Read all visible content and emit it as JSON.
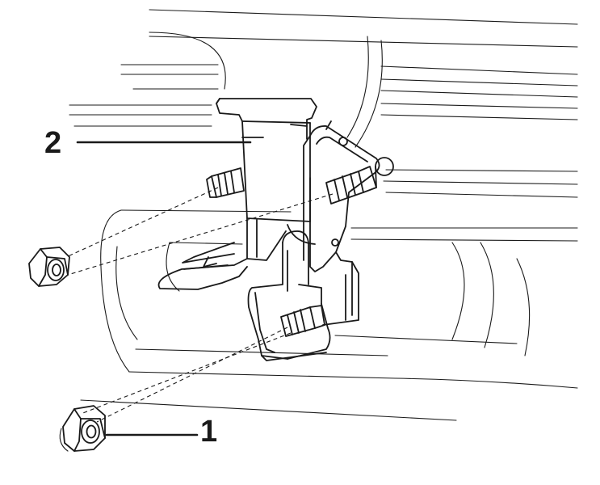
{
  "callouts": [
    {
      "id": "1",
      "label": "1",
      "part": "flange-nut"
    },
    {
      "id": "2",
      "label": "2",
      "part": "bracket"
    }
  ],
  "colors": {
    "ink": "#1a1a1a",
    "background": "#ffffff"
  },
  "icons": {
    "nut": "hex-flange-nut-icon"
  }
}
